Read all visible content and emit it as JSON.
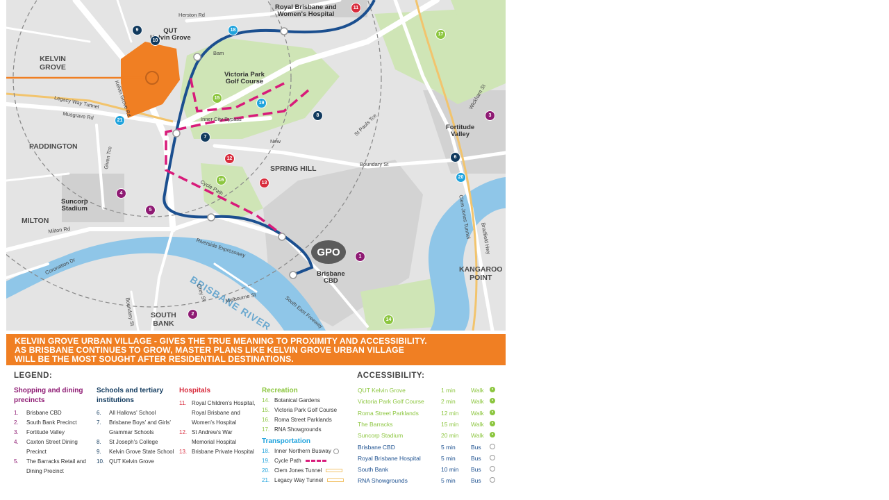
{
  "map": {
    "areas": {
      "kelvin_grove": "KELVIN\nGROVE",
      "paddington": "PADDINGTON",
      "milton": "MILTON",
      "spring_hill": "SPRING HILL",
      "south_bank": "SOUTH\nBANK",
      "kangaroo_point": "KANGAROO\nPOINT",
      "fortitude_valley": "Fortitude\nValley",
      "brisbane_cbd": "Brisbane\nCBD",
      "suncorp_stadium": "Suncorp\nStadium",
      "victoria_park": "Victoria Park\nGolf Course",
      "qut_kelvin_grove": "QUT\nKelvin Grove",
      "royal_brisbane": "Royal Brisbane and\nWomen's Hospital",
      "gpo": "GPO",
      "brisbane_river": "BRISBANE RIVER"
    },
    "streets": {
      "herston": "Herston Rd",
      "legacy": "Legacy Way Tunnel",
      "musgrave": "Musgrave Rd",
      "inner_city": "Inner City Bypass",
      "kelvin_grove_rd": "Kelvin Grove Rd",
      "boundary": "Boundary St",
      "st_paulss": "St Pauls Tce",
      "wickham": "Wickham St",
      "clem_jones": "Clem Jones Tunnel",
      "bradfield": "Bradfield Hwy",
      "milton_rd": "Milton Rd",
      "coronation": "Coronation Dr",
      "riverside": "Riverside Expressway",
      "melbourne": "Melbourne St",
      "grey": "Grey St",
      "boundary2": "Boundary St",
      "south_east": "South East Freeway",
      "cycle_path": "Cycle Path",
      "given": "Given Tce",
      "nrs": "New",
      "bam": "Bam"
    },
    "markers": {
      "m9": "9",
      "m10": "10",
      "m18": "18",
      "m11": "11",
      "m17": "17",
      "m15": "15",
      "m19": "19",
      "m8": "8",
      "m7": "7",
      "m21": "21",
      "m3": "3",
      "m6": "6",
      "m20": "20",
      "m12": "12",
      "m13": "13",
      "m16": "16",
      "m4": "4",
      "m5": "5",
      "m1": "1",
      "m2": "2",
      "m14": "14"
    }
  },
  "banner": {
    "line1": "KELVIN GROVE URBAN VILLAGE - GIVES THE TRUE MEANING TO PROXIMITY AND ACCESSIBILITY.",
    "line2": "AS BRISBANE CONTINUES TO GROW, MASTER PLANS LIKE KELVIN GROVE URBAN VILLAGE",
    "line3": "WILL BE THE MOST SOUGHT AFTER RESIDENTIAL DESTINATIONS."
  },
  "legend": {
    "title": "LEGEND:",
    "shopping": {
      "title": "Shopping and dining precincts",
      "items": [
        {
          "n": "1.",
          "t": "Brisbane CBD"
        },
        {
          "n": "2.",
          "t": "South Bank Precinct"
        },
        {
          "n": "3.",
          "t": "Fortitude Valley"
        },
        {
          "n": "4.",
          "t": "Caxton Street Dining",
          "t2": "Precinct"
        },
        {
          "n": "5.",
          "t": "The Barracks Retail and",
          "t2": "Dining Precinct"
        }
      ]
    },
    "schools": {
      "title": "Schools and tertiary institutions",
      "items": [
        {
          "n": "6.",
          "t": "All Hallows' School"
        },
        {
          "n": "7.",
          "t": "Brisbane Boys' and Girls'",
          "t2": "Grammar Schools"
        },
        {
          "n": "8.",
          "t": "St Joseph's College"
        },
        {
          "n": "9.",
          "t": "Kelvin Grove State School"
        },
        {
          "n": "10.",
          "t": "QUT Kelvin Grove"
        }
      ]
    },
    "hospitals": {
      "title": "Hospitals",
      "items": [
        {
          "n": "11.",
          "t": "Royal Children's Hospital,",
          "t2": "Royal Brisbane and",
          "t3": "Women's Hospital"
        },
        {
          "n": "12.",
          "t": "St Andrew's War",
          "t2": "Memorial Hospital"
        },
        {
          "n": "13.",
          "t": "Brisbane Private Hospital"
        }
      ]
    },
    "recreation": {
      "title": "Recreation",
      "items": [
        {
          "n": "14.",
          "t": "Botanical Gardens"
        },
        {
          "n": "15.",
          "t": "Victoria Park Golf Course"
        },
        {
          "n": "16.",
          "t": "Roma Street Parklands"
        },
        {
          "n": "17.",
          "t": "RNA Showgrounds"
        }
      ]
    },
    "transportation": {
      "title": "Transportation",
      "items": [
        {
          "n": "18.",
          "t": "Inner Northern Busway"
        },
        {
          "n": "19.",
          "t": "Cycle Path"
        },
        {
          "n": "20.",
          "t": "Clem Jones Tunnel"
        },
        {
          "n": "21.",
          "t": "Legacy Way Tunnel"
        }
      ]
    }
  },
  "accessibility": {
    "title": "ACCESSIBILITY:",
    "rows": [
      {
        "place": "QUT Kelvin Grove",
        "time": "1 min",
        "mode": "Walk",
        "color": "#8cc63f"
      },
      {
        "place": "Victoria Park Golf Course",
        "time": "2 min",
        "mode": "Walk",
        "color": "#8cc63f"
      },
      {
        "place": "Roma Street Parklands",
        "time": "12 min",
        "mode": "Walk",
        "color": "#8cc63f"
      },
      {
        "place": "The Barracks",
        "time": "15 min",
        "mode": "Walk",
        "color": "#8cc63f"
      },
      {
        "place": "Suncorp Stadium",
        "time": "20 min",
        "mode": "Walk",
        "color": "#8cc63f"
      },
      {
        "place": "Brisbane CBD",
        "time": "5 min",
        "mode": "Bus",
        "color": "#1b4f8f"
      },
      {
        "place": "Royal Brisbane Hospital",
        "time": "5 min",
        "mode": "Bus",
        "color": "#1b4f8f"
      },
      {
        "place": "South Bank",
        "time": "10 min",
        "mode": "Bus",
        "color": "#1b4f8f"
      },
      {
        "place": "RNA Showgrounds",
        "time": "5 min",
        "mode": "Bus",
        "color": "#1b4f8f"
      }
    ]
  },
  "colors": {
    "orange": "#f07f23",
    "shopping": "#8e1a73",
    "schools": "#113a5e",
    "hospitals": "#d82b3c",
    "recreation": "#8cc63f",
    "transport": "#1fa3dd",
    "busway": "#1b4f8f",
    "cycle": "#d81b7a",
    "tunnel": "#f2c46d",
    "river": "#8fc6e8",
    "park": "#cfe5b6"
  }
}
